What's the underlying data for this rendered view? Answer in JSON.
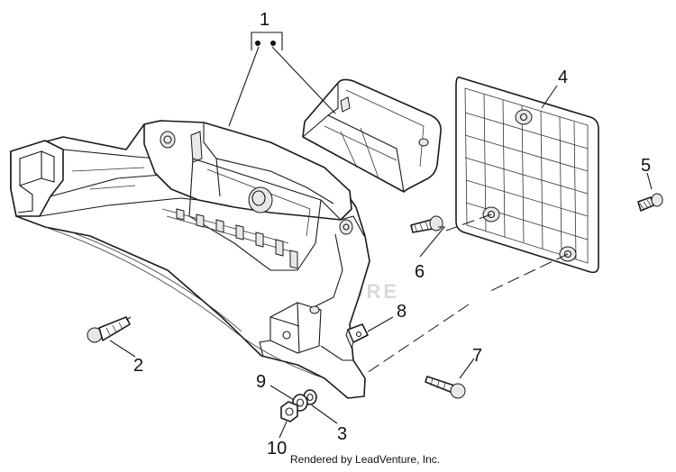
{
  "diagram": {
    "callouts": [
      "1",
      "2",
      "3",
      "4",
      "5",
      "6",
      "7",
      "8",
      "9",
      "10"
    ],
    "watermark": "LEADVENTURE",
    "footer": "Rendered by LeadVenture, Inc."
  }
}
